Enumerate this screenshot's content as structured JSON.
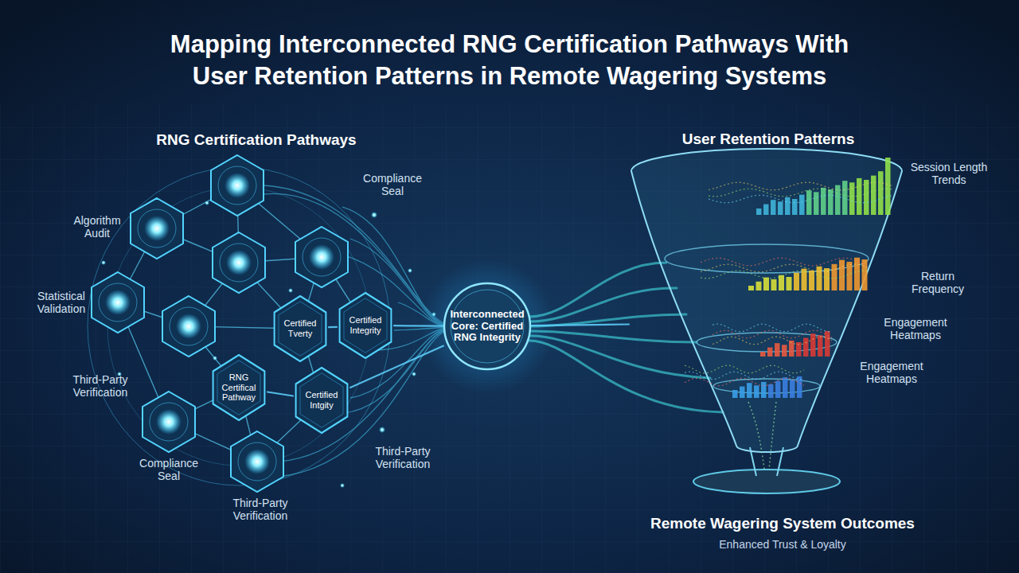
{
  "diagram": {
    "title": "Mapping Interconnected RNG Certification Pathways With User Retention Patterns in Remote Wagering Systems",
    "nodes": [
      {
        "text": [
          "Certified Tverty"
        ]
      },
      {
        "text": [
          "Certified Integrity"
        ]
      },
      {
        "text": [
          "RNG Certifical Pathway"
        ]
      },
      {
        "text": [
          "Certified Intgity"
        ]
      },
      {
        "text": [
          "Interconnected Core: Certified RNG Integrity"
        ]
      },
      {
        "text": [
          "User Retention Patterns"
        ]
      }
    ],
    "edges": [
      {
        "from": 0,
        "to": 1,
        "arrow": "none"
      },
      {
        "from": 2,
        "to": 3,
        "arrow": "none"
      },
      {
        "from": 1,
        "to": 4,
        "arrow": "none"
      },
      {
        "from": 3,
        "to": 4,
        "arrow": "none"
      },
      {
        "from": 4,
        "to": 5,
        "arrow": "none"
      }
    ],
    "labels": [
      "RNG Certification Pathways",
      "Compliance Seal",
      "Algorithm Audit",
      "Statistical Validation",
      "Third-Party Verification",
      "Compliance Seal",
      "Third-Party Verification",
      "Third-Party Verification",
      "Session Length Trends",
      "Return Frequency",
      "Engagement Heatmaps",
      "Engagement Heatmaps",
      "Remote Wagering System Outcomes",
      "Enhanced Trust & Loyalty"
    ]
  }
}
